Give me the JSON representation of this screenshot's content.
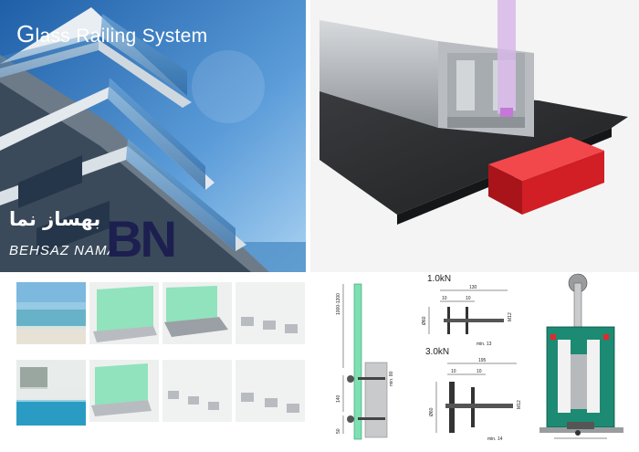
{
  "hero": {
    "title_initial": "G",
    "title_rest": "lass Railing System"
  },
  "logo": {
    "persian": "بهساز نما",
    "latin": "BEHSAZ NAMA",
    "mark": "BN"
  },
  "diagram_vertical": {
    "dim_height": "1000-1200",
    "dim_mid": "140",
    "dim_bottom": "50",
    "dim_min": "min. 80"
  },
  "diagram_1kn": {
    "load": "1.0kN",
    "dim_total": "130",
    "dim_left": "10",
    "dim_right": "10",
    "dim_dia": "Ø60",
    "dim_thread": "M12",
    "dim_min": "min. 13"
  },
  "diagram_3kn": {
    "load": "3.0kN",
    "dim_total": "195",
    "dim_left": "10",
    "dim_right": "10",
    "dim_dia": "Ø60",
    "dim_thread": "M12",
    "dim_min": "min. 14"
  },
  "colors": {
    "sky": "#3f7fc3",
    "glass_green": "#7fe0b3",
    "aluminium": "#b8bcc0",
    "granite": "#2c2d2f",
    "red_tube": "#e8262b",
    "profile_green": "#1d8a73",
    "logo_navy": "#1c1f4f"
  }
}
